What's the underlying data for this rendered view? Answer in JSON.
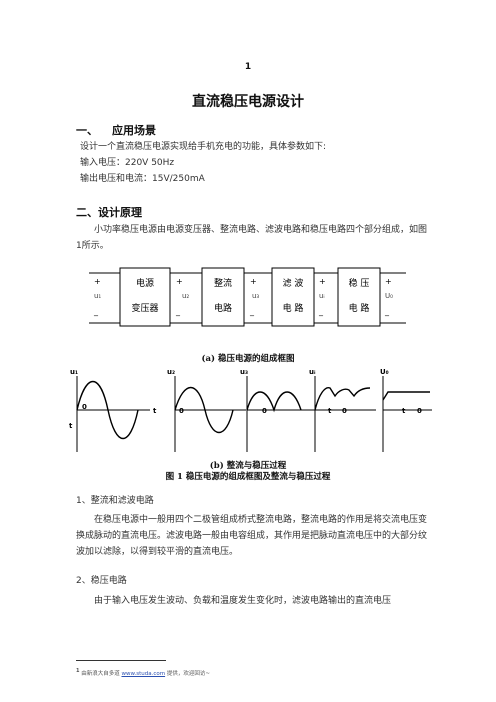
{
  "page_number": "1",
  "title": "直流稳压电源设计",
  "section1": {
    "heading_num": "一、",
    "heading_text": "应用场景",
    "intro": "设计一个直流稳压电源实现给手机充电的功能，具体参数如下:",
    "input_voltage": "输入电压：220V 50Hz",
    "output": "输出电压和电流：15V/250mA"
  },
  "section2": {
    "heading": "二、设计原理",
    "para": "小功率稳压电源由电源变压器、整流电路、滤波电路和稳压电路四个部分组成，如图1所示。"
  },
  "block_diagram": {
    "blocks": [
      {
        "line1": "电源",
        "line2": "变压器"
      },
      {
        "line1": "整流",
        "line2": "电路"
      },
      {
        "line1": "滤 波",
        "line2": "电 路"
      },
      {
        "line1": "稳 压",
        "line2": "电 路"
      }
    ],
    "plus": "+",
    "minus": "_",
    "signals": [
      "u₁",
      "u₂",
      "u₃",
      "uᵢ",
      "U₀"
    ]
  },
  "caption_a": "(a) 稳压电源的组成框图",
  "waveforms": {
    "labels": [
      "u₁",
      "u₂",
      "u₃",
      "uᵢ",
      "U₀"
    ],
    "zero": "0",
    "t": "t"
  },
  "caption_b": "(b) 整流与稳压过程",
  "figure_caption": "图 1 稳压电源的组成框图及整流与稳压过程",
  "item1_heading": "1、整流和滤波电路",
  "item1_para": "在稳压电源中一般用四个二极管组成桥式整流电路，整流电路的作用是将交流电压变换成脉动的直流电压。滤波电路一般由电容组成，其作用是把脉动直流电压中的大部分纹波加以滤除，以得到较平滑的直流电压。",
  "item2_heading": "2、稳压电路",
  "item2_para": "由于输入电压发生波动、负载和温度发生变化时，滤波电路输出的直流电压",
  "footnote": {
    "mark": "1",
    "text_before": "由新浪大自多道 ",
    "link": "www.studa.com",
    "text_after": " 提供，欢迎回访~"
  }
}
